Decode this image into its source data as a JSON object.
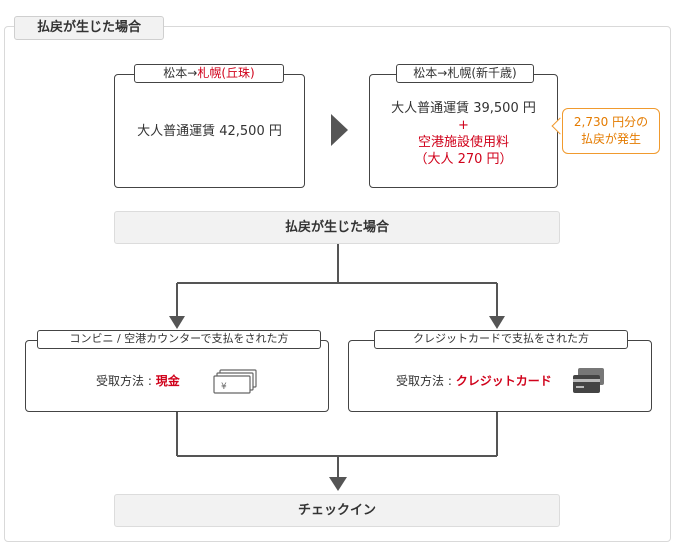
{
  "header": {
    "title": "払戻が生じた場合"
  },
  "route_before": {
    "label_prefix": "松本→",
    "label_highlight": "札幌(丘珠)",
    "fare": "大人普通運賃 42,500 円"
  },
  "route_after": {
    "label": "松本→札幌(新千歳)",
    "fare": "大人普通運賃 39,500 円",
    "plus": "+",
    "fee_name": "空港施設使用料",
    "fee_amount": "（大人 270 円）"
  },
  "callout": {
    "line1": "2,730 円分の",
    "line2": "払戻が発生"
  },
  "step_refund": {
    "label": "払戻が生じた場合"
  },
  "method_cash": {
    "title": "コンビニ / 空港カウンターで支払をされた方",
    "method_label": "受取方法 : ",
    "method_value": "現金",
    "icon": "cash-icon"
  },
  "method_card": {
    "title": "クレジットカードで支払をされた方",
    "method_label": "受取方法 : ",
    "method_value": "クレジットカード",
    "icon": "credit-card-icon"
  },
  "step_checkin": {
    "label": "チェックイン"
  },
  "colors": {
    "highlight": "#d0021b",
    "callout": "#e47b00",
    "arrow": "#555555"
  }
}
